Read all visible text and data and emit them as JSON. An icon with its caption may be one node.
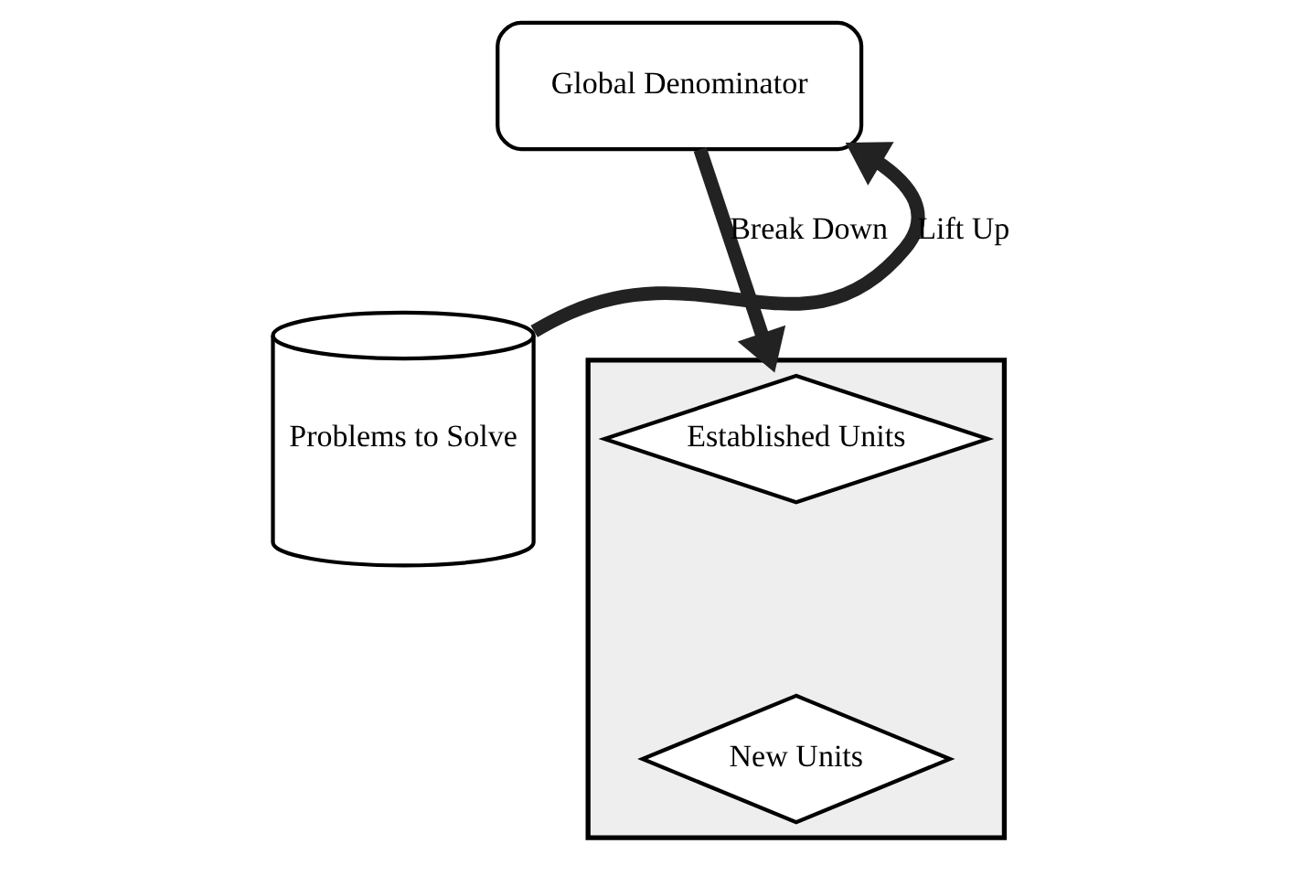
{
  "diagram": {
    "nodes": [
      {
        "text": [
          "Global Denominator"
        ]
      },
      {
        "text": [
          "Problems to Solve"
        ]
      },
      {
        "text": [],
        "shape": "box"
      },
      {
        "text": [
          "Established Units"
        ],
        "in": 2
      },
      {
        "text": [
          "New Units"
        ],
        "in": 2
      }
    ],
    "edges": [
      {
        "from": 1,
        "to": 0,
        "arrow": "to",
        "label": "Lift Up"
      },
      {
        "from": 0,
        "to": 2,
        "arrow": "to",
        "label": "Break Down"
      }
    ]
  }
}
